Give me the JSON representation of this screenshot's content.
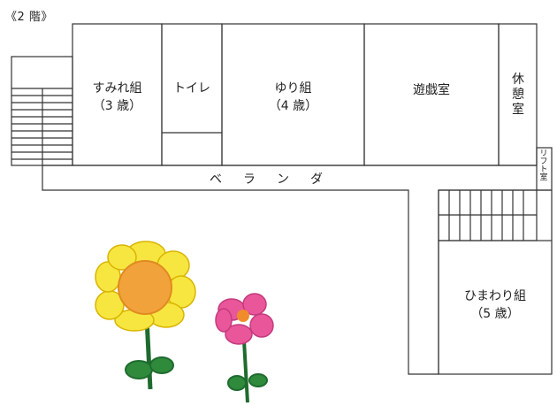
{
  "floor_title": "《2 階》",
  "rooms": {
    "sumire": {
      "name": "すみれ組",
      "age": "（3 歳）"
    },
    "toilet": {
      "name": "トイレ"
    },
    "yuri": {
      "name": "ゆり組",
      "age": "（4 歳）"
    },
    "playroom": {
      "name": "遊戯室"
    },
    "rest": {
      "chars": [
        "休",
        "憩",
        "室"
      ]
    },
    "lift": {
      "chars": [
        "リ",
        "フ",
        "ト",
        "室"
      ]
    },
    "himawari": {
      "name": "ひまわり組",
      "age": "（5 歳）"
    }
  },
  "veranda": {
    "chars": [
      "ベ",
      "ラ",
      "ン",
      "ダ"
    ]
  },
  "illustration": {
    "flowers": [
      {
        "kind": "sunflower",
        "color": "#f5e23a",
        "center": "#f2a23a"
      },
      {
        "kind": "pink-flower",
        "color": "#e9579a",
        "center": "#f08c2c"
      }
    ],
    "stem_color": "#1f6b2e"
  },
  "colors": {
    "line": "#333333"
  }
}
